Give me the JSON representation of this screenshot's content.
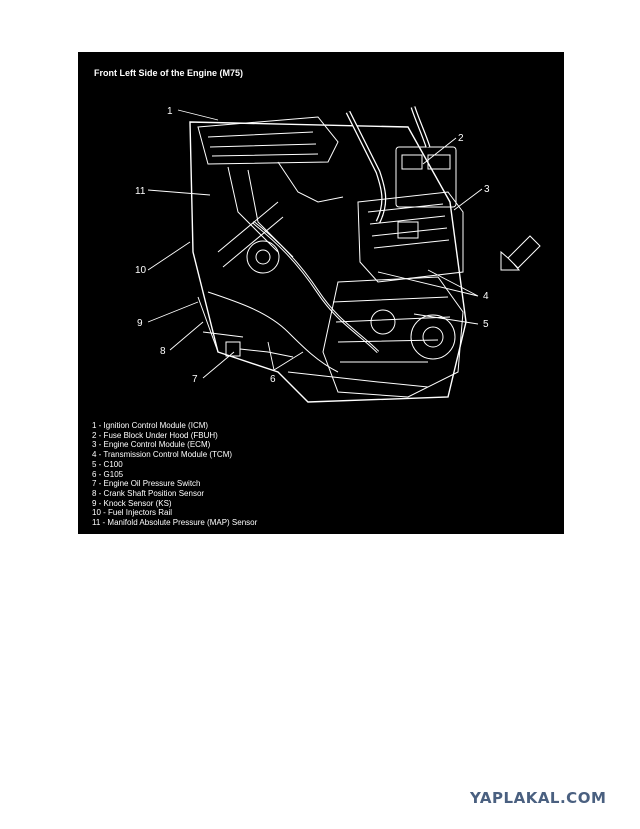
{
  "diagram": {
    "title": "Front Left Side of the Engine (M75)",
    "callouts": [
      "1",
      "2",
      "3",
      "4",
      "5",
      "6",
      "7",
      "8",
      "9",
      "10",
      "11"
    ],
    "legend": [
      "1 - Ignition Control Module (ICM)",
      "2 - Fuse Block Under Hood (FBUH)",
      "3 - Engine Control Module (ECM)",
      "4 - Transmission Control Module (TCM)",
      "5 - C100",
      "6 - G105",
      "7 - Engine Oil Pressure Switch",
      "8 - Crank Shaft Position Sensor",
      "9 - Knock Sensor (KS)",
      "10 - Fuel Injectors Rail",
      "11 - Manifold Absolute Pressure (MAP) Sensor"
    ]
  },
  "watermark": "YAPLAKAL.COM",
  "colors": {
    "panel_background": "#000000",
    "line_art": "#ffffff",
    "watermark": "#4a6080"
  }
}
